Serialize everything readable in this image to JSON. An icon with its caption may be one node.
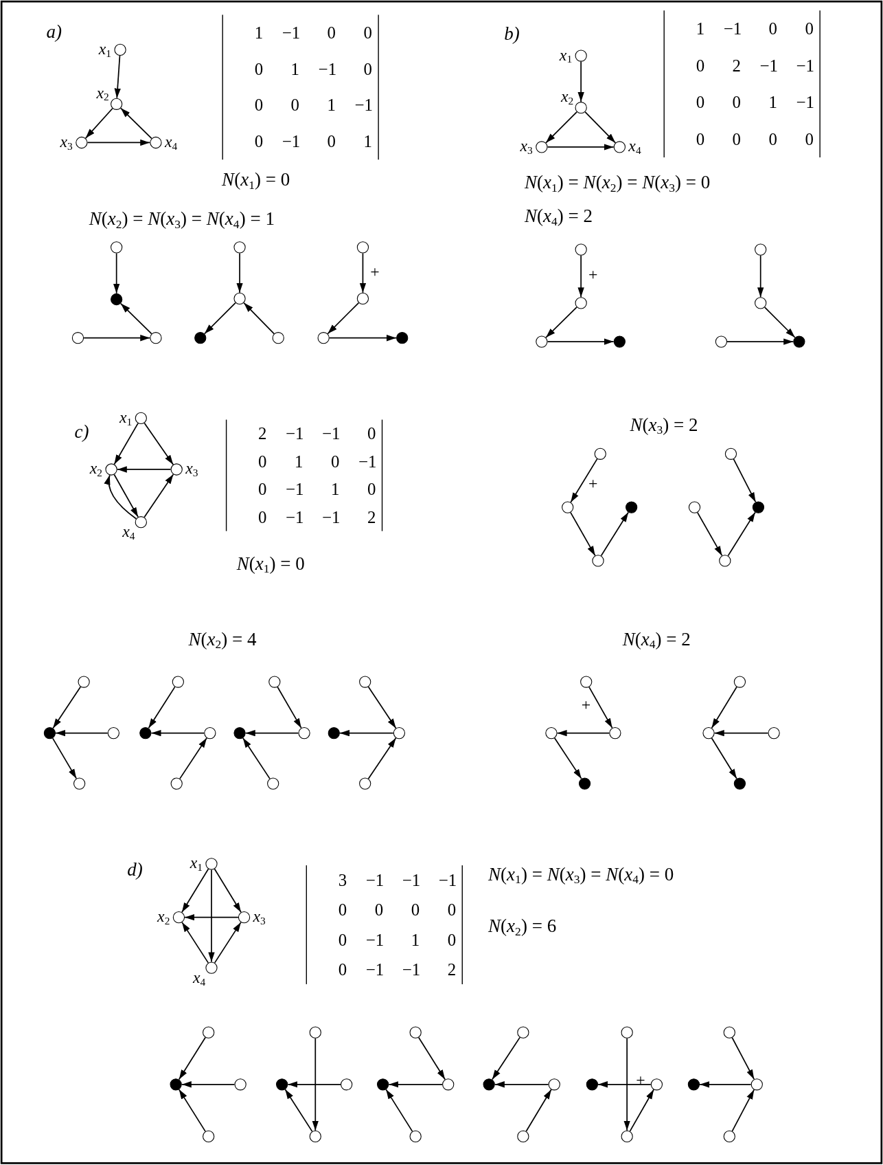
{
  "diagram": {
    "nodes": [
      {
        "text": [],
        "shape": "circle",
        "beside": [
          "*x*$_{1}$"
        ]
      },
      {
        "text": [],
        "shape": "circle",
        "beside": [
          "*x*$_{2}$"
        ]
      },
      {
        "text": [],
        "shape": "circle",
        "beside": [
          "*x*$_{3}$"
        ]
      },
      {
        "text": [],
        "shape": "circle",
        "beside": [
          "*x*$_{4}$"
        ]
      },
      {
        "text": [],
        "shape": "circle"
      },
      {
        "text": [],
        "shape": "circle"
      },
      {
        "text": [],
        "shape": "circle"
      },
      {
        "text": [],
        "shape": "circle"
      },
      {
        "text": [],
        "shape": "circle"
      },
      {
        "text": [],
        "shape": "circle"
      },
      {
        "text": [],
        "shape": "circle"
      },
      {
        "text": [],
        "shape": "circle"
      },
      {
        "text": [],
        "shape": "circle"
      },
      {
        "text": [],
        "shape": "circle"
      },
      {
        "text": [],
        "shape": "circle"
      },
      {
        "text": [],
        "shape": "circle"
      },
      {
        "text": [],
        "shape": "circle",
        "beside": [
          "*x*$_{1}$"
        ]
      },
      {
        "text": [],
        "shape": "circle",
        "beside": [
          "*x*$_{2}$"
        ]
      },
      {
        "text": [],
        "shape": "circle",
        "beside": [
          "*x*$_{3}$"
        ]
      },
      {
        "text": [],
        "shape": "circle",
        "beside": [
          "*x*$_{4}$"
        ]
      },
      {
        "text": [],
        "shape": "circle"
      },
      {
        "text": [],
        "shape": "circle"
      },
      {
        "text": [],
        "shape": "circle"
      },
      {
        "text": [],
        "shape": "circle"
      },
      {
        "text": [],
        "shape": "circle"
      },
      {
        "text": [],
        "shape": "circle"
      },
      {
        "text": [],
        "shape": "circle"
      },
      {
        "text": [],
        "shape": "circle"
      },
      {
        "text": [],
        "shape": "circle",
        "beside": [
          "*x*$_{1}$"
        ]
      },
      {
        "text": [],
        "shape": "circle",
        "beside": [
          "*x*$_{2}$"
        ]
      },
      {
        "text": [],
        "shape": "circle",
        "beside": [
          "*x*$_{3}$"
        ]
      },
      {
        "text": [],
        "shape": "circle",
        "beside": [
          "*x*$_{4}$"
        ]
      },
      {
        "text": [],
        "shape": "circle"
      },
      {
        "text": [],
        "shape": "circle"
      },
      {
        "text": [],
        "shape": "circle"
      },
      {
        "text": [],
        "shape": "circle"
      },
      {
        "text": [],
        "shape": "circle"
      },
      {
        "text": [],
        "shape": "circle"
      },
      {
        "text": [],
        "shape": "circle"
      },
      {
        "text": [],
        "shape": "circle"
      },
      {
        "text": [],
        "shape": "circle"
      },
      {
        "text": [],
        "shape": "circle"
      },
      {
        "text": [],
        "shape": "circle"
      },
      {
        "text": [],
        "shape": "circle"
      },
      {
        "text": [],
        "shape": "circle"
      },
      {
        "text": [],
        "shape": "circle"
      },
      {
        "text": [],
        "shape": "circle"
      },
      {
        "text": [],
        "shape": "circle"
      },
      {
        "text": [],
        "shape": "circle"
      },
      {
        "text": [],
        "shape": "circle"
      },
      {
        "text": [],
        "shape": "circle"
      },
      {
        "text": [],
        "shape": "circle"
      },
      {
        "text": [],
        "shape": "circle"
      },
      {
        "text": [],
        "shape": "circle"
      },
      {
        "text": [],
        "shape": "circle"
      },
      {
        "text": [],
        "shape": "circle"
      },
      {
        "text": [],
        "shape": "circle"
      },
      {
        "text": [],
        "shape": "circle"
      },
      {
        "text": [],
        "shape": "circle"
      },
      {
        "text": [],
        "shape": "circle"
      },
      {
        "text": [],
        "shape": "circle"
      },
      {
        "text": [],
        "shape": "circle"
      },
      {
        "text": [],
        "shape": "circle"
      },
      {
        "text": [],
        "shape": "circle"
      },
      {
        "text": [],
        "shape": "circle",
        "beside": [
          "*x*$_{1}$"
        ]
      },
      {
        "text": [],
        "shape": "circle",
        "beside": [
          "*x*$_{2}$"
        ]
      },
      {
        "text": [],
        "shape": "circle",
        "beside": [
          "*x*$_{3}$"
        ]
      },
      {
        "text": [],
        "shape": "circle",
        "beside": [
          "*x*$_{4}$"
        ]
      },
      {
        "text": [],
        "shape": "circle"
      },
      {
        "text": [],
        "shape": "circle"
      },
      {
        "text": [],
        "shape": "circle"
      },
      {
        "text": [],
        "shape": "circle"
      },
      {
        "text": [],
        "shape": "circle"
      },
      {
        "text": [],
        "shape": "circle"
      },
      {
        "text": [],
        "shape": "circle"
      },
      {
        "text": [],
        "shape": "circle"
      },
      {
        "text": [],
        "shape": "circle"
      },
      {
        "text": [],
        "shape": "circle"
      },
      {
        "text": [],
        "shape": "circle"
      },
      {
        "text": [],
        "shape": "circle"
      },
      {
        "text": [],
        "shape": "circle"
      },
      {
        "text": [],
        "shape": "circle"
      },
      {
        "text": [],
        "shape": "circle"
      },
      {
        "text": [],
        "shape": "circle"
      },
      {
        "text": [],
        "shape": "circle"
      },
      {
        "text": [],
        "shape": "circle"
      },
      {
        "text": [],
        "shape": "circle"
      },
      {
        "text": [],
        "shape": "circle"
      },
      {
        "text": [],
        "shape": "circle"
      },
      {
        "text": [],
        "shape": "circle"
      },
      {
        "text": [],
        "shape": "circle"
      },
      {
        "text": [],
        "shape": "circle"
      }
    ],
    "edges": [
      {
        "from": 0,
        "to": 1,
        "arrow": "to"
      },
      {
        "from": 1,
        "to": 2,
        "arrow": "to"
      },
      {
        "from": 3,
        "to": 1,
        "arrow": "to"
      },
      {
        "from": 2,
        "to": 3,
        "arrow": "to"
      },
      {
        "from": 4,
        "to": 5,
        "arrow": "to"
      },
      {
        "from": 7,
        "to": 5,
        "arrow": "to"
      },
      {
        "from": 6,
        "to": 7,
        "arrow": "to"
      },
      {
        "from": 8,
        "to": 9,
        "arrow": "to"
      },
      {
        "from": 9,
        "to": 10,
        "arrow": "to"
      },
      {
        "from": 11,
        "to": 9,
        "arrow": "to"
      },
      {
        "from": 12,
        "to": 13,
        "arrow": "to",
        "label": "+"
      },
      {
        "from": 13,
        "to": 14,
        "arrow": "to"
      },
      {
        "from": 14,
        "to": 15,
        "arrow": "to"
      },
      {
        "from": 16,
        "to": 17,
        "arrow": "to"
      },
      {
        "from": 17,
        "to": 18,
        "arrow": "to"
      },
      {
        "from": 17,
        "to": 19,
        "arrow": "to"
      },
      {
        "from": 18,
        "to": 19,
        "arrow": "to"
      },
      {
        "from": 20,
        "to": 21,
        "arrow": "to",
        "label": "+"
      },
      {
        "from": 21,
        "to": 22,
        "arrow": "to"
      },
      {
        "from": 22,
        "to": 23,
        "arrow": "to"
      },
      {
        "from": 24,
        "to": 25,
        "arrow": "to"
      },
      {
        "from": 25,
        "to": 27,
        "arrow": "to"
      },
      {
        "from": 26,
        "to": 27,
        "arrow": "to"
      },
      {
        "from": 28,
        "to": 29,
        "arrow": "to"
      },
      {
        "from": 28,
        "to": 30,
        "arrow": "to"
      },
      {
        "from": 30,
        "to": 29,
        "arrow": "to"
      },
      {
        "from": 29,
        "to": 31,
        "arrow": "to"
      },
      {
        "from": 31,
        "to": 29,
        "arrow": "to"
      },
      {
        "from": 31,
        "to": 30,
        "arrow": "to"
      },
      {
        "from": 32,
        "to": 33,
        "arrow": "to",
        "label": "+"
      },
      {
        "from": 33,
        "to": 35,
        "arrow": "to"
      },
      {
        "from": 35,
        "to": 34,
        "arrow": "to"
      },
      {
        "from": 36,
        "to": 38,
        "arrow": "to"
      },
      {
        "from": 37,
        "to": 39,
        "arrow": "to"
      },
      {
        "from": 39,
        "to": 38,
        "arrow": "to"
      },
      {
        "from": 40,
        "to": 41,
        "arrow": "to"
      },
      {
        "from": 42,
        "to": 41,
        "arrow": "to"
      },
      {
        "from": 41,
        "to": 43,
        "arrow": "to"
      },
      {
        "from": 44,
        "to": 45,
        "arrow": "to"
      },
      {
        "from": 46,
        "to": 45,
        "arrow": "to"
      },
      {
        "from": 47,
        "to": 46,
        "arrow": "to"
      },
      {
        "from": 48,
        "to": 50,
        "arrow": "to"
      },
      {
        "from": 50,
        "to": 49,
        "arrow": "to"
      },
      {
        "from": 51,
        "to": 49,
        "arrow": "to"
      },
      {
        "from": 52,
        "to": 54,
        "arrow": "to"
      },
      {
        "from": 54,
        "to": 53,
        "arrow": "to"
      },
      {
        "from": 55,
        "to": 54,
        "arrow": "to"
      },
      {
        "from": 56,
        "to": 58,
        "arrow": "to",
        "label": "+"
      },
      {
        "from": 58,
        "to": 57,
        "arrow": "to"
      },
      {
        "from": 57,
        "to": 59,
        "arrow": "to"
      },
      {
        "from": 60,
        "to": 61,
        "arrow": "to"
      },
      {
        "from": 62,
        "to": 61,
        "arrow": "to"
      },
      {
        "from": 61,
        "to": 63,
        "arrow": "to"
      },
      {
        "from": 64,
        "to": 65,
        "arrow": "to"
      },
      {
        "from": 64,
        "to": 66,
        "arrow": "to"
      },
      {
        "from": 64,
        "to": 67,
        "arrow": "to"
      },
      {
        "from": 66,
        "to": 65,
        "arrow": "to"
      },
      {
        "from": 67,
        "to": 65,
        "arrow": "to"
      },
      {
        "from": 67,
        "to": 66,
        "arrow": "to"
      },
      {
        "from": 68,
        "to": 69,
        "arrow": "to"
      },
      {
        "from": 70,
        "to": 69,
        "arrow": "to"
      },
      {
        "from": 71,
        "to": 69,
        "arrow": "to"
      },
      {
        "from": 72,
        "to": 75,
        "arrow": "to"
      },
      {
        "from": 74,
        "to": 73,
        "arrow": "to"
      },
      {
        "from": 75,
        "to": 73,
        "arrow": "to"
      },
      {
        "from": 76,
        "to": 78,
        "arrow": "to"
      },
      {
        "from": 78,
        "to": 77,
        "arrow": "to"
      },
      {
        "from": 79,
        "to": 77,
        "arrow": "to"
      },
      {
        "from": 80,
        "to": 81,
        "arrow": "to"
      },
      {
        "from": 82,
        "to": 81,
        "arrow": "to"
      },
      {
        "from": 83,
        "to": 82,
        "arrow": "to"
      },
      {
        "from": 84,
        "to": 87,
        "arrow": "to",
        "label": "+"
      },
      {
        "from": 86,
        "to": 85,
        "arrow": "to"
      },
      {
        "from": 87,
        "to": 86,
        "arrow": "to"
      },
      {
        "from": 88,
        "to": 90,
        "arrow": "to"
      },
      {
        "from": 90,
        "to": 89,
        "arrow": "to"
      },
      {
        "from": 91,
        "to": 90,
        "arrow": "to"
      }
    ],
    "labels": [
      "a)",
      "1",
      "−1",
      "0",
      "0",
      "0",
      "1",
      "−1",
      "0",
      "0",
      "0",
      "1",
      "−1",
      "0",
      "−1",
      "0",
      "1",
      "*N*(*x*$_{1}$) = 0",
      "*N*(*x*$_{2}$) = *N*(*x*$_{3}$) = *N*(*x*$_{4}$) = 1",
      "b)",
      "1",
      "−1",
      "0",
      "0",
      "0",
      "2",
      "−1",
      "−1",
      "0",
      "0",
      "1",
      "−1",
      "0",
      "0",
      "0",
      "0",
      "*N*(*x*$_{1}$) = *N*(*x*$_{2}$) = *N*(*x*$_{3}$) = 0",
      "*N*(*x*$_{4}$) = 2",
      "c)",
      "2",
      "−1",
      "−1",
      "0",
      "0",
      "1",
      "0",
      "−1",
      "0",
      "−1",
      "1",
      "0",
      "0",
      "−1",
      "−1",
      "2",
      "*N*(*x*$_{1}$) = 0",
      "*N*(*x*$_{3}$) = 2",
      "*N*(*x*$_{2}$) = 4",
      "*N*(*x*$_{4}$) = 2",
      "d)",
      "3",
      "−1",
      "−1",
      "−1",
      "0",
      "0",
      "0",
      "0",
      "0",
      "−1",
      "1",
      "0",
      "0",
      "−1",
      "−1",
      "2",
      "*N*(*x*$_{1}$) = *N*(*x*$_{3}$) = *N*(*x*$_{4}$) = 0",
      "*N*(*x*$_{2}$) = 6"
    ]
  }
}
